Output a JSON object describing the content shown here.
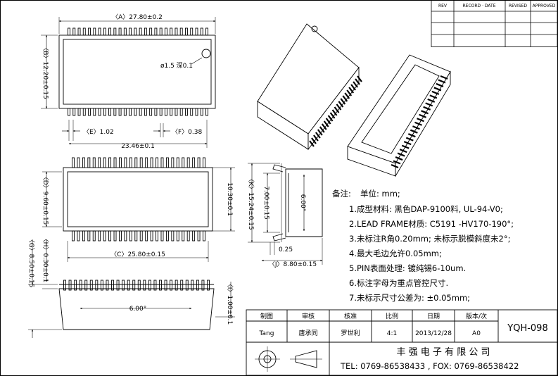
{
  "revision_table": {
    "headers": [
      "REV",
      "RECORD · DATE",
      "REVISED",
      "APPROVED"
    ]
  },
  "dimensions": {
    "top_length": "〈A〉27.80±0.2",
    "top_width": "〈B〉12.20±0.15",
    "hole": "ø1.5 深0.1",
    "pitch_e": "〈E〉1.02",
    "pin_f": "〈F〉0.38",
    "pin_span": "23.46±0.1",
    "bottom_d": "〈D〉9.60±0.15",
    "bottom_span": "10.30±0.1",
    "bottom_c": "〈C〉25.80±0.15",
    "side_k": "〈K〉15.24±0.15",
    "side_inner": "7.00±0.15",
    "side_angle": "6.00°",
    "side_lead": "0.25",
    "side_j": "〈J〉8.80±0.15",
    "front_g": "〈G〉8.50±0.15",
    "front_h": "〈H〉0.30±0.1",
    "front_i": "〈I〉1.00±0.1",
    "front_angle": "6.00°"
  },
  "notes": {
    "heading": "备注:",
    "unit": "单位: mm;",
    "items": [
      "1.成型材料: 黑色DAP-9100料, UL-94-V0;",
      "2.LEAD FRAME材质:  C5191 -HV170-190°;",
      "3.未标注R角0.20mm; 未标示脱模斜度未2°;",
      "4.最大毛边允许0.05mm;",
      "5.PIN表面处理: 镀纯锡6-10um.",
      "6.标注字母为重点管控尺寸.",
      "7.未标示尺寸公差为: ±0.05mm;"
    ]
  },
  "title_block": {
    "labels": [
      "制图",
      "审核",
      "核准",
      "比例",
      "日期",
      "版本/次"
    ],
    "values": [
      "Tang",
      "唐承同",
      "罗世利",
      "4:1",
      "2013/12/28",
      "A0"
    ],
    "part_no": "YQH-098",
    "company": "丰 强 电 子 有 限 公 司",
    "contact": "TEL: 0769-86538433 , FOX: 0769-86538422"
  }
}
